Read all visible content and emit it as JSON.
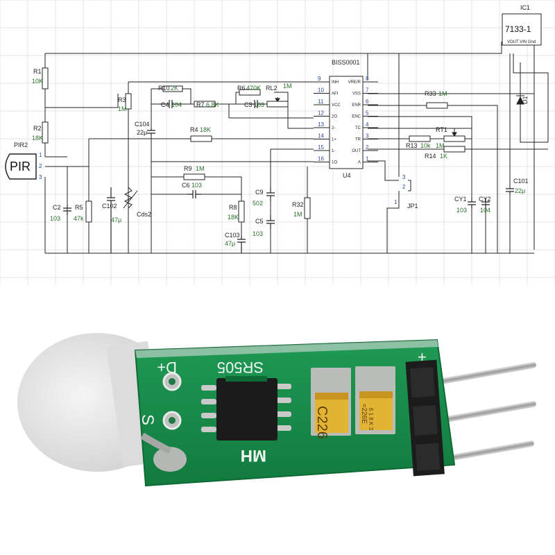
{
  "schematic": {
    "ic_main": {
      "name": "BISS0001",
      "ref": "U4",
      "left_pins": [
        {
          "num": "9",
          "name": "INH"
        },
        {
          "num": "10",
          "name": "AFI"
        },
        {
          "num": "11",
          "name": "VCC"
        },
        {
          "num": "12",
          "name": "2O"
        },
        {
          "num": "13",
          "name": "2-"
        },
        {
          "num": "14",
          "name": "1+"
        },
        {
          "num": "15",
          "name": "1-"
        },
        {
          "num": "16",
          "name": "1O"
        }
      ],
      "right_pins": [
        {
          "num": "8",
          "name": "VRE/R"
        },
        {
          "num": "7",
          "name": "VSS"
        },
        {
          "num": "6",
          "name": "ENR"
        },
        {
          "num": "5",
          "name": "ENC"
        },
        {
          "num": "4",
          "name": "TC"
        },
        {
          "num": "3",
          "name": "TR"
        },
        {
          "num": "2",
          "name": "OUT"
        },
        {
          "num": "1",
          "name": "A"
        }
      ]
    },
    "ic_reg": {
      "ref": "IC1",
      "name": "7133-1",
      "pins": "VOUT VIN Gnd"
    },
    "pir": {
      "label": "PIR",
      "ref": "PIR2",
      "pins": [
        "1",
        "2",
        "3"
      ]
    },
    "labels": {
      "r1": "R1",
      "r1v": "10K",
      "r2": "R2",
      "r2v": "18K",
      "r3": "R3",
      "r3v": "1M",
      "r10": "R10",
      "r10v": "2K",
      "c4": "C4",
      "c4v": "104",
      "r7": "R7",
      "r7v": "6.8K",
      "r6": "R6",
      "r6v": "470K",
      "rl2": "RL2",
      "rl2v": "1M",
      "c3": "C3",
      "c3v": "103",
      "c104": "C104",
      "c104v": "22μ",
      "r4": "R4",
      "r4v": "18K",
      "r9": "R9",
      "r9v": "1M",
      "c6": "C6",
      "c6v": "103",
      "c9": "C9",
      "c9v": "502",
      "c5": "C5",
      "c5v": "103",
      "r8": "R8",
      "r8v": "18K",
      "c103": "C103",
      "c103v": "47μ",
      "r32": "R32",
      "r32v": "1M",
      "c2": "C2",
      "c2v": "103",
      "r5": "R5",
      "r5v": "47k",
      "c102": "C102",
      "c102v": "47μ",
      "cds": "Cds2",
      "r33": "R33",
      "r33v": "1M",
      "rt1": "RT1",
      "rt1v": "1M",
      "r13": "R13",
      "r13v": "10k",
      "r14": "R14",
      "r14v": "1K",
      "d1": "D1",
      "cy1": "CY1",
      "cy1v": "103",
      "cy2": "CY2",
      "cy2v": "104",
      "c101": "C101",
      "c101v": "22μ",
      "jp1": "JP1",
      "jp_pin1": "1",
      "jp_pin2": "2",
      "jp_pin3": "3"
    }
  },
  "photo": {
    "silk_d": "D+",
    "silk_model": "SR505",
    "silk_s": "S",
    "silk_plus": "+",
    "silk_mh": "MH",
    "cap1_mark": "C226",
    "cap2_mark": "≈226E",
    "cap2_sub": "6 1 8 K 3"
  }
}
